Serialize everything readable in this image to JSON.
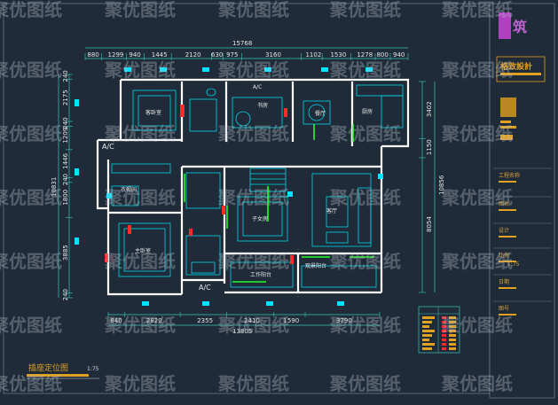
{
  "watermark": "聚优图纸",
  "logo_text": "筑",
  "plan_title": "插座定位图",
  "plan_scale": "1:75",
  "top_dims": {
    "total": "15768",
    "segments": [
      "880",
      "1299",
      "940",
      "1445",
      "2120",
      "630",
      "975",
      "3160",
      "1102",
      "1530",
      "1278",
      "800",
      "940"
    ]
  },
  "bottom_dims": {
    "total": "13805",
    "segments": [
      "840",
      "2820",
      "2355",
      "2410",
      "1590",
      "3790"
    ]
  },
  "left_dims": {
    "total": "10831",
    "segments": [
      "240",
      "2175",
      "240",
      "1209",
      "1446",
      "240",
      "1800",
      "3885",
      "240"
    ]
  },
  "right_dims": {
    "total": "10856",
    "segments": [
      "3402",
      "1150",
      "8054"
    ]
  },
  "rooms": {
    "ac_top": "A/C",
    "ac_left": "A/C",
    "ac_bottom": "A/C",
    "guest_bed": "客卧室",
    "study": "书房",
    "dining": "餐厅",
    "kitchen": "厨房",
    "wardrobe": "衣帽间",
    "master_bed": "主卧室",
    "kids_room": "子女房",
    "living": "客厅",
    "balcony_view": "观景阳台",
    "work_balcony": "工作阳台"
  },
  "title_block": {
    "company": "格致設計",
    "labels": [
      "工程名称",
      "图名",
      "设计",
      "比例",
      "日期",
      "图号"
    ],
    "scale_value": "1:75"
  },
  "colors": {
    "background": "#1f2b39",
    "wall": "#ffffff",
    "socket": "#00e5ff",
    "furniture": "#00d8e8",
    "dim_line": "#39c6b8",
    "accent_red": "#ff2b2b",
    "accent_green": "#22ff22",
    "title_accent": "#e0a020"
  }
}
